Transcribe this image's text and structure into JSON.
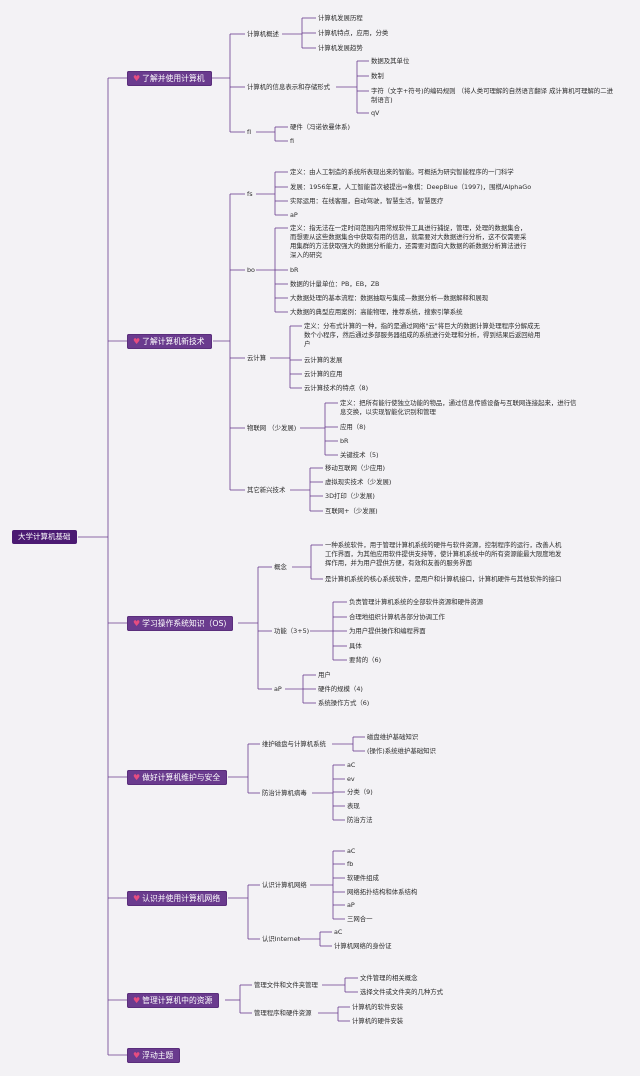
{
  "root": "大学计算机基础",
  "branches": [
    {
      "label": "了解并使用计算机",
      "children": [
        {
          "label": "计算机概述",
          "children": [
            {
              "label": "计算机发展历程"
            },
            {
              "label": "计算机特点，应用，分类"
            },
            {
              "label": "计算机发展趋势"
            }
          ]
        },
        {
          "label": "计算机的信息表示和存储形式",
          "children": [
            {
              "label": "数据及其单位"
            },
            {
              "label": "数制"
            },
            {
              "label": "字符（文字+符号)的编码规则 （将人类可理解的自然语言翻译 成计算机可理解的二进制语言)"
            },
            {
              "label": "qV"
            }
          ]
        },
        {
          "label": "fI",
          "children": [
            {
              "label": "硬件（冯诺依曼体系)"
            },
            {
              "label": "fi"
            }
          ]
        }
      ]
    },
    {
      "label": "了解计算机新技术",
      "children": [
        {
          "label": "fs",
          "children": [
            {
              "label": "定义：由人工制造的系统所表现出来的智能。可概括为研究智能程序的一门科学"
            },
            {
              "label": "发展：1956年夏，人工智能首次被提出⇒象棋：DeepBlue（1997)，围棋/AlphaGo"
            },
            {
              "label": "实际运用：在线客服，自动驾驶，智慧生活，智慧医疗"
            },
            {
              "label": "aP"
            }
          ]
        },
        {
          "label": "bo",
          "children": [
            {
              "label": "定义：指无法在一定时间范围内用常规软件工具进行捕捉，管理，处理的数据集合，而想要从这些数据集合中获取有用的信息，就需要对大数据进行分析，这不仅需要采用集群的方法获取强大的数据分析能力，还需要对面向大数据的新数据分析算法进行深入的研究"
            },
            {
              "label": "bR"
            },
            {
              "label": "数据的计量单位：PB，EB，ZB"
            },
            {
              "label": "大数据处理的基本流程：数据抽取与集成—数据分析—数据解释和展现"
            },
            {
              "label": "大数据的典型应用案例：高能物理，推荐系统，搜索引擎系统"
            }
          ]
        },
        {
          "label": "云计算",
          "children": [
            {
              "label": "定义：分布式计算的一种，指的是通过网络\"云\"将巨大的数据计算处理程序分解成无数个小程序，然后通过多部服务器组成的系统进行处理和分析，得到结果后返回给用户"
            },
            {
              "label": "云计算的发展"
            },
            {
              "label": "云计算的应用"
            },
            {
              "label": "云计算技术的特点（8)"
            }
          ]
        },
        {
          "label": "物联网 （少发展)",
          "children": [
            {
              "label": "定义：把所有能行使独立功能的物品，通过信息传感设备与互联网连接起来，进行信息交换，以实现智能化识别和管理"
            },
            {
              "label": "应用（8)"
            },
            {
              "label": "bR"
            },
            {
              "label": "关键技术（5)"
            }
          ]
        },
        {
          "label": "其它新兴技术",
          "children": [
            {
              "label": "移动互联网（少应用)"
            },
            {
              "label": "虚拟现实技术（少发展)"
            },
            {
              "label": "3D打印（少发展)"
            },
            {
              "label": "互联网+（少发展)"
            }
          ]
        }
      ]
    },
    {
      "label": "学习操作系统知识（OS)",
      "children": [
        {
          "label": "概念",
          "children": [
            {
              "label": "一种系统软件，用于管理计算机系统的硬件与软件资源，控制程序的运行，改善人机工作界面，为其他应用软件提供支持等，使计算机系统中的所有资源能最大限度地发挥作用，并为用户提供方便，有效和友善的服务界面"
            },
            {
              "label": "是计算机系统的核心系统软件，是用户和计算机接口，计算机硬件与其他软件的接口"
            }
          ]
        },
        {
          "label": "功能（3+5)",
          "children": [
            {
              "label": "负责管理计算机系统的全部软件资源和硬件资源"
            },
            {
              "label": "合理地组织计算机各部分协调工作"
            },
            {
              "label": "为用户提供操作和编程界面"
            },
            {
              "label": "具体"
            },
            {
              "label": "要背的（6)"
            }
          ]
        },
        {
          "label": "aP",
          "children": [
            {
              "label": "用户"
            },
            {
              "label": "硬件的规模（4)"
            },
            {
              "label": "系统操作方式（6)"
            }
          ]
        }
      ]
    },
    {
      "label": "做好计算机维护与安全",
      "children": [
        {
          "label": "维护磁盘与计算机系统",
          "children": [
            {
              "label": "磁盘维护基础知识"
            },
            {
              "label": "(操作)系统维护基础知识"
            }
          ]
        },
        {
          "label": "防治计算机病毒",
          "children": [
            {
              "label": "aC"
            },
            {
              "label": "ev"
            },
            {
              "label": "分类（9)"
            },
            {
              "label": "表现"
            },
            {
              "label": "防治方法"
            }
          ]
        }
      ]
    },
    {
      "label": "认识并使用计算机网络",
      "children": [
        {
          "label": "认识计算机网络",
          "children": [
            {
              "label": "aC"
            },
            {
              "label": "fb"
            },
            {
              "label": "软硬件组成"
            },
            {
              "label": "网络拓扑结构和体系结构"
            },
            {
              "label": "aP"
            },
            {
              "label": "三网合一"
            }
          ]
        },
        {
          "label": "认识Internet",
          "children": [
            {
              "label": "aC"
            },
            {
              "label": "计算机网络的身份证"
            }
          ]
        }
      ]
    },
    {
      "label": "管理计算机中的资源",
      "children": [
        {
          "label": "管理文件和文件夹管理",
          "children": [
            {
              "label": "文件管理的相关概念"
            },
            {
              "label": "选择文件或文件夹的几种方式"
            }
          ]
        },
        {
          "label": "管理程序和硬件资源",
          "children": [
            {
              "label": "计算机的软件安装"
            },
            {
              "label": "计算机的硬件安装"
            }
          ]
        }
      ]
    },
    {
      "label": "浮动主题",
      "children": []
    }
  ],
  "colors": {
    "root_fill": "#4b1a72",
    "branch_fill": "#6a3b8e",
    "icon": "#e64d80",
    "line": "#6a3b8e"
  },
  "icons": {
    "branch": "heart-icon"
  }
}
